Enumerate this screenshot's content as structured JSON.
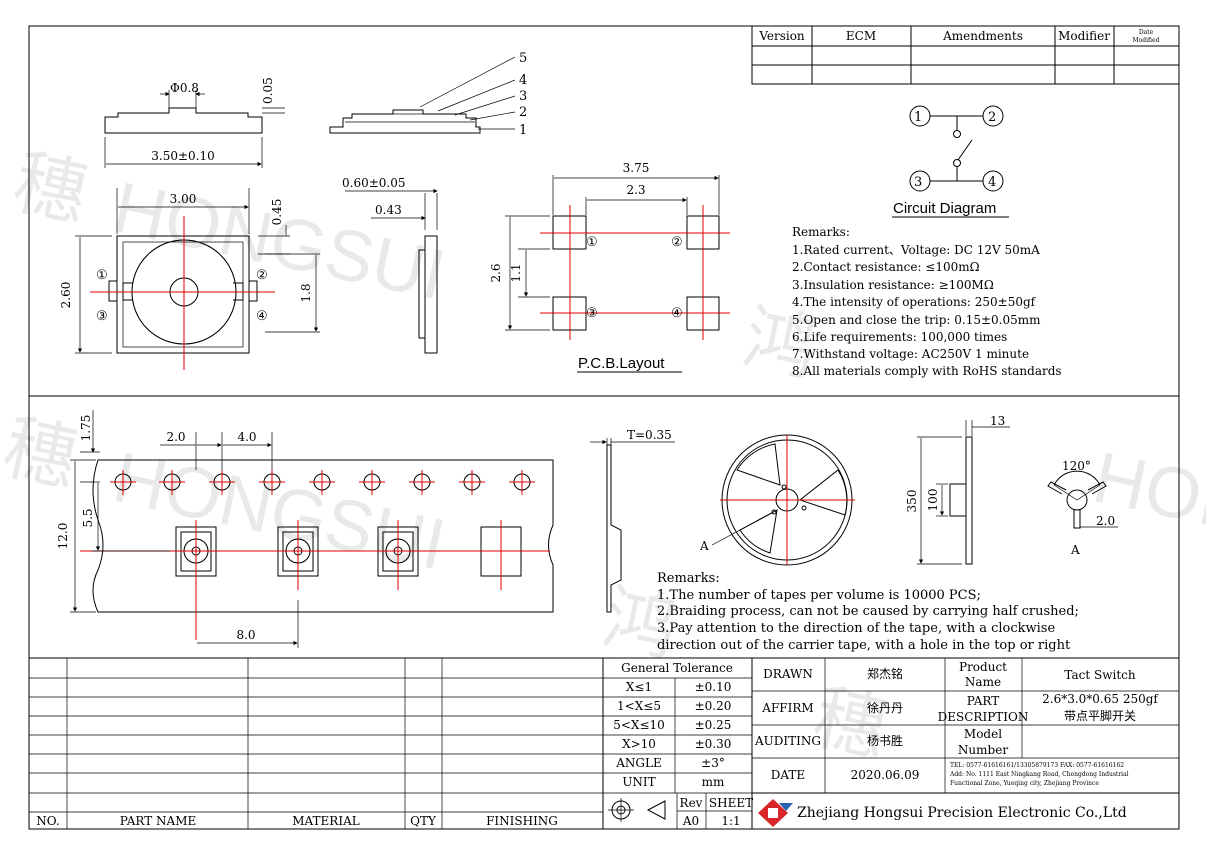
{
  "revision_table": {
    "headers": [
      "Version",
      "ECM",
      "Amendments",
      "Modifier",
      "Date Modified"
    ],
    "date_header_top": "Date",
    "date_header_bottom": "Modified"
  },
  "top_view": {
    "phi": "Φ0.8",
    "t005": "0.05",
    "width": "3.50±0.10",
    "w300": "3.00",
    "h260": "2.60",
    "d045": "0.45",
    "d18": "1.8"
  },
  "side_view": {
    "callouts": [
      "5",
      "4",
      "3",
      "2",
      "1"
    ],
    "d060": "0.60±0.05",
    "d043": "0.43"
  },
  "pcb": {
    "title": "P.C.B.Layout",
    "d375": "3.75",
    "d23": "2.3",
    "d26": "2.6",
    "d11": "1.1"
  },
  "pins": [
    "①",
    "②",
    "③",
    "④"
  ],
  "circuit": {
    "title": "Circuit Diagram"
  },
  "remarks1": {
    "title": "Remarks:",
    "items": [
      "1.Rated current、Voltage: DC 12V 50mA",
      "2.Contact resistance: ≤100mΩ",
      "3.Insulation resistance: ≥100MΩ",
      "4.The intensity of operations: 250±50gf",
      "5.Open and close the trip: 0.15±0.05mm",
      "6.Life requirements: 100,000 times",
      "7.Withstand voltage: AC250V 1 minute",
      "8.All materials comply with RoHS standards"
    ]
  },
  "tape": {
    "d175": "1.75",
    "d20": "2.0",
    "d40": "4.0",
    "d55": "5.5",
    "d120": "12.0",
    "d80": "8.0",
    "t035": "T=0.35"
  },
  "reel": {
    "label_a": "A",
    "d13": "13",
    "d350": "350",
    "d100": "100",
    "angle": "120°",
    "d20": "2.0",
    "label_a2": "A"
  },
  "remarks2": {
    "title": "Remarks:",
    "items": [
      "1.The number of tapes per volume is 10000 PCS;",
      "2.Braiding process, can not be caused by carrying half crushed;",
      "3.Pay attention to the direction of the tape, with a clockwise",
      "direction out of the carrier tape, with a hole in the top or right"
    ]
  },
  "parts_table": {
    "headers": [
      "NO.",
      "PART NAME",
      "MATERIAL",
      "QTY",
      "FINISHING"
    ]
  },
  "tolerance": {
    "title": "General Tolerance",
    "rows": [
      [
        "X≤1",
        "±0.10"
      ],
      [
        "1<X≤5",
        "±0.20"
      ],
      [
        "5<X≤10",
        "±0.25"
      ],
      [
        "X>10",
        "±0.30"
      ],
      [
        "ANGLE",
        "±3°"
      ],
      [
        "UNIT",
        "mm"
      ]
    ]
  },
  "title_block": {
    "drawn_label": "DRAWN",
    "drawn_name": "郑杰铭",
    "affirm_label": "AFFIRM",
    "affirm_name": "徐丹丹",
    "auditing_label": "AUDITING",
    "auditing_name": "杨书胜",
    "date_label": "DATE",
    "date_value": "2020.06.09",
    "product_name_label_1": "Product",
    "product_name_label_2": "Name",
    "product_name": "Tact Switch",
    "part_desc_label_1": "PART",
    "part_desc_label_2": "DESCRIPTION",
    "part_desc_1": "2.6*3.0*0.65 250gf",
    "part_desc_2": "带点平脚开关",
    "model_label_1": "Model",
    "model_label_2": "Number",
    "model_number": "",
    "contact_1": "TEL: 0577-61616161/13305879173   FAX: 0577-61616162",
    "contact_2": "Add: No. 1111 East Ningkang Road, Chengdong Industrial",
    "contact_3": "Functional Zone, Yueqing city, Zhejiang Province",
    "rev_label": "Rev",
    "rev_value": "A0",
    "sheet_label": "SHEET",
    "sheet_value": "1:1",
    "company": "Zhejiang Hongsui Precision Electronic Co.,Ltd"
  },
  "watermark": [
    "穗",
    "HONGSUI",
    "鸿",
    "穗",
    "HONGSUI",
    "鸿",
    "穗",
    "HONG"
  ]
}
